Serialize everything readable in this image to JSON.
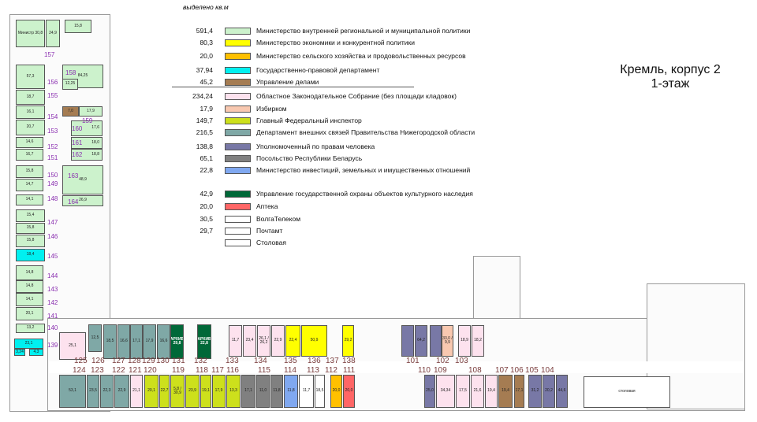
{
  "legend": {
    "header": "выделено кв.м",
    "items": [
      {
        "key": "vnutr",
        "value": "591,4",
        "color": "#ccf2cc",
        "label": "Министерство внутренней региональной и муниципальной политики"
      },
      {
        "key": "econ",
        "value": "80,3",
        "color": "#ffff00",
        "label": "Министерство экономики и конкурентной политики"
      },
      {
        "key": "agri",
        "value": "20,0",
        "color": "#ffc000",
        "label": "Министерство сельского хозяйства и продовольственных ресурсов"
      },
      {
        "key": "legal",
        "value": "37,94",
        "color": "#00f0f0",
        "label": " Государственно-правовой департамент"
      },
      {
        "key": "affairs",
        "value": "45,2",
        "color": "#a57c52",
        "label": "Управление делами"
      },
      {
        "key": "zaks",
        "value": "234,24",
        "color": "#fde2ee",
        "label": "Областное Законодательное Собрание (без площади кладовок)"
      },
      {
        "key": "izbirkom",
        "value": "17,9",
        "color": "#f8c8b0",
        "label": "Избирком"
      },
      {
        "key": "fed",
        "value": "149,7",
        "color": "#cde01c",
        "label": "Главный Федеральный инспектор"
      },
      {
        "key": "foreign",
        "value": "216,5",
        "color": "#7fa8a6",
        "label": "Департамент внешних связей Правительства Нижегородской области"
      },
      {
        "key": "ombuds",
        "value": "138,8",
        "color": "#7878a6",
        "label": "Уполномоченный по правам человека"
      },
      {
        "key": "belarus",
        "value": "65,1",
        "color": "#808080",
        "label": "Посольство Республики Беларусь"
      },
      {
        "key": "invest",
        "value": "22,8",
        "color": "#80a8f0",
        "label": "Министерство инвестиций, земельных и имущественных отношений"
      },
      {
        "key": "okn",
        "value": "42,9",
        "color": "#006838",
        "label": "Управление государственной охраны объектов культурного наследия"
      },
      {
        "key": "pharmacy",
        "value": "20,0",
        "color": "#ff6666",
        "label": "Аптека"
      },
      {
        "key": "volga",
        "value": "30,5",
        "color": "#ffffff",
        "label": "ВолгаТелеком"
      },
      {
        "key": "post",
        "value": "29,7",
        "color": "#ffffff",
        "label": "Почтамт"
      },
      {
        "key": "canteen",
        "value": "",
        "color": "#ffffff",
        "label": "Столовая"
      }
    ]
  },
  "title": {
    "line1": "Кремль, корпус 2",
    "line2": "1-этаж"
  },
  "rooms": [
    {
      "org": "vnutr",
      "area": "Министр 30,8"
    },
    {
      "org": "vnutr",
      "area": "24,9"
    },
    {
      "org": "vnutr",
      "area": "15,8"
    },
    {
      "org": "vnutr",
      "area": "57,3"
    },
    {
      "org": "vnutr",
      "area": "18,7"
    },
    {
      "org": "vnutr",
      "area": "16,1"
    },
    {
      "org": "vnutr",
      "area": "20,7"
    },
    {
      "org": "vnutr",
      "area": "14,6"
    },
    {
      "org": "vnutr",
      "area": "16,7"
    },
    {
      "org": "vnutr",
      "area": "15,8"
    },
    {
      "org": "vnutr",
      "area": "14,7"
    },
    {
      "org": "vnutr",
      "area": "14,1"
    },
    {
      "org": "vnutr",
      "area": "15,4"
    },
    {
      "org": "vnutr",
      "area": "15,8"
    },
    {
      "org": "vnutr",
      "area": "15,8"
    },
    {
      "org": "legal",
      "area": "18,4"
    },
    {
      "org": "vnutr",
      "area": "14,8"
    },
    {
      "org": "vnutr",
      "area": "14,8"
    },
    {
      "org": "vnutr",
      "area": "14,1"
    },
    {
      "org": "vnutr",
      "area": "20,1"
    },
    {
      "org": "vnutr",
      "area": "13,2"
    },
    {
      "org": "legal",
      "area": "23,1"
    },
    {
      "org": "legal",
      "area": "3,24"
    },
    {
      "org": "legal",
      "area": "4,3"
    },
    {
      "org": "vnutr",
      "area": "84,25"
    },
    {
      "org": "vnutr",
      "area": "12,25"
    },
    {
      "org": "affairs",
      "area": "7,0"
    },
    {
      "org": "vnutr",
      "area": "17,9"
    },
    {
      "org": "vnutr",
      "area": "17,6"
    },
    {
      "org": "vnutr",
      "area": "18,0"
    },
    {
      "org": "vnutr",
      "area": "18,8"
    },
    {
      "org": "vnutr",
      "area": "48,9"
    },
    {
      "org": "vnutr",
      "area": "26,9"
    },
    {
      "org": "zaks",
      "area": "25,1"
    },
    {
      "org": "foreign",
      "area": "12,5"
    },
    {
      "org": "foreign",
      "area": "18,5"
    },
    {
      "org": "foreign",
      "area": "16,6"
    },
    {
      "org": "foreign",
      "area": "17,1"
    },
    {
      "org": "foreign",
      "area": "17,9"
    },
    {
      "org": "foreign",
      "area": "16,6"
    },
    {
      "org": "okn",
      "area": "АРХИВ 29,8"
    },
    {
      "org": "okn",
      "area": "АРХИВ 22,8"
    },
    {
      "org": "zaks",
      "area": "11,7"
    },
    {
      "org": "zaks",
      "area": "23,4"
    },
    {
      "org": "zaks",
      "area": "26,1 / 26,2"
    },
    {
      "org": "zaks",
      "area": "22,9"
    },
    {
      "org": "econ",
      "area": "22,4"
    },
    {
      "org": "econ",
      "area": "50,9"
    },
    {
      "org": "econ",
      "area": "29,2"
    },
    {
      "org": "ombuds",
      "area": ""
    },
    {
      "org": "ombuds",
      "area": "64,2"
    },
    {
      "org": "ombuds",
      "area": ""
    },
    {
      "org": "izbirkom",
      "area": "33,0 / 9,9"
    },
    {
      "org": "zaks",
      "area": "18,9"
    },
    {
      "org": "zaks",
      "area": "18,2"
    },
    {
      "org": "foreign",
      "area": "53,1"
    },
    {
      "org": "foreign",
      "area": "23,5"
    },
    {
      "org": "foreign",
      "area": "22,3"
    },
    {
      "org": "foreign",
      "area": "22,9"
    },
    {
      "org": "zaks",
      "area": "21,1"
    },
    {
      "org": "fed",
      "area": "20,1"
    },
    {
      "org": "fed",
      "area": "22,7"
    },
    {
      "org": "fed",
      "area": "5,8 / 30,9"
    },
    {
      "org": "fed",
      "area": "23,9"
    },
    {
      "org": "fed",
      "area": "19,1"
    },
    {
      "org": "fed",
      "area": "17,9"
    },
    {
      "org": "fed",
      "area": "13,3"
    },
    {
      "org": "belarus",
      "area": "17,1"
    },
    {
      "org": "belarus",
      "area": "11,0"
    },
    {
      "org": "belarus",
      "area": "11,8"
    },
    {
      "org": "invest",
      "area": "11,8"
    },
    {
      "org": "volga",
      "area": "11,7"
    },
    {
      "org": "post",
      "area": "18,5"
    },
    {
      "org": "agri",
      "area": "20,0"
    },
    {
      "org": "pharmacy",
      "area": "20,0"
    },
    {
      "org": "ombuds",
      "area": "25,0"
    },
    {
      "org": "zaks",
      "area": "34,34"
    },
    {
      "org": "zaks",
      "area": "17,5"
    },
    {
      "org": "zaks",
      "area": "21,6"
    },
    {
      "org": "zaks",
      "area": "19,4"
    },
    {
      "org": "affairs",
      "area": "19,4"
    },
    {
      "org": "affairs",
      "area": "17,1"
    },
    {
      "org": "ombuds",
      "area": "31,2"
    },
    {
      "org": "ombuds",
      "area": "20,2"
    },
    {
      "org": "ombuds",
      "area": "44,6"
    },
    {
      "org": "canteen",
      "area": "столовая"
    }
  ],
  "room_numbers_top": [
    "125",
    "126",
    "127",
    "128",
    "129",
    "130",
    "131",
    "132",
    "133",
    "134",
    "135",
    "136",
    "137",
    "138",
    "101",
    "102",
    "103",
    "110",
    "109",
    "108",
    "107",
    "106",
    "105",
    "104"
  ],
  "room_numbers_bottom": [
    "124",
    "123",
    "122",
    "121",
    "120",
    "119",
    "118",
    "117",
    "116",
    "115",
    "114",
    "113",
    "112",
    "111"
  ],
  "wing_numbers": [
    "157",
    "156",
    "155",
    "154",
    "153",
    "152",
    "151",
    "150",
    "149",
    "148",
    "147",
    "146",
    "145",
    "144",
    "143",
    "142",
    "141",
    "140",
    "139",
    "158",
    "159",
    "160",
    "161",
    "162",
    "163",
    "164"
  ]
}
